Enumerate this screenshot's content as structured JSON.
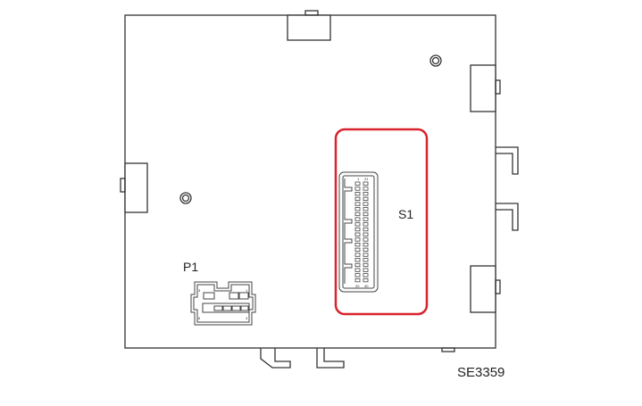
{
  "diagram": {
    "connectors": [
      {
        "id": "P1",
        "label": "P1",
        "pin_labels": [
          "3",
          "1",
          "6",
          "4"
        ]
      },
      {
        "id": "S1",
        "label": "S1",
        "pin_labels": [
          "1",
          "21",
          "20",
          "40"
        ],
        "highlighted": true
      }
    ],
    "figure_code": "SE3359",
    "highlight_color": "#d9232d",
    "line_color": "#333333"
  }
}
